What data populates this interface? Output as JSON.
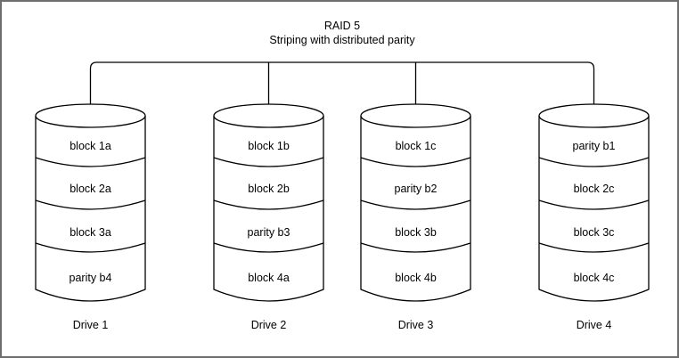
{
  "title": {
    "line1": "RAID 5",
    "line2": "Striping with distributed parity"
  },
  "drives": [
    {
      "name": "Drive 1",
      "blocks": [
        "block 1a",
        "block 2a",
        "block 3a",
        "parity b4"
      ]
    },
    {
      "name": "Drive 2",
      "blocks": [
        "block 1b",
        "block 2b",
        "parity b3",
        "block 4a"
      ]
    },
    {
      "name": "Drive 3",
      "blocks": [
        "block 1c",
        "parity b2",
        "block 3b",
        "block 4b"
      ]
    },
    {
      "name": "Drive 4",
      "blocks": [
        "parity b1",
        "block 2c",
        "block 3c",
        "block 4c"
      ]
    }
  ],
  "colors": {
    "stroke": "#000000",
    "border": "#6e6e6e",
    "background": "#ffffff"
  }
}
